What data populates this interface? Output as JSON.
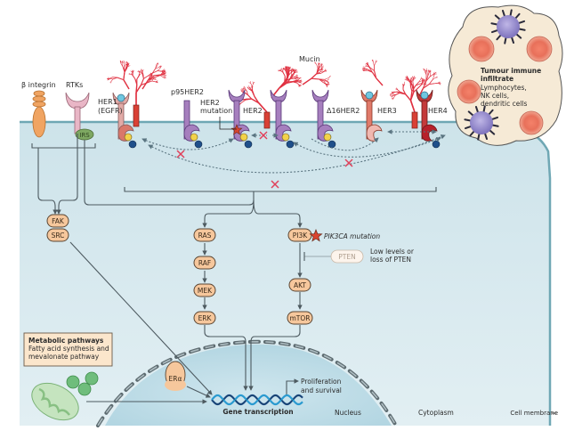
{
  "figure": {
    "title": "HER2-positive breast cancer resistance mechanisms",
    "compartments": {
      "nucleus": "Nucleus",
      "cytoplasm": "Cytoplasm",
      "cell_membrane": "Cell membrane"
    },
    "colors": {
      "cytoplasm": "#d7e9ef",
      "nucleus": "#bcdde8",
      "membrane": "#6fa7b4",
      "node_fill": "#f6c79c",
      "node_stroke": "#5a4634",
      "her2_purple": "#a67fbe",
      "her1_pink": "#e2aaa6",
      "her3_salmon": "#e07a6a",
      "her4_red": "#c43a3a",
      "mucin_red": "#e03040",
      "inhibit_x": "#e0405a",
      "mito_green": "#b7dcb0",
      "immune_bg": "#f6ead6"
    },
    "receptors": {
      "beta_integrin": "β integrin",
      "rtks": "RTKs",
      "irs": "IRS",
      "her1_line1": "HER1",
      "her1_line2": "(EGFR)",
      "p95her2": "p95HER2",
      "her2_mutation_line1": "HER2",
      "her2_mutation_line2": "mutation",
      "her2": "HER2",
      "mucin": "Mucin",
      "d16her2": "Δ16HER2",
      "her3": "HER3",
      "her4": "HER4"
    },
    "immune": {
      "title_line1": "Tumour immune",
      "title_line2": "infiltrate",
      "desc_line1": "Lymphocytes,",
      "desc_line2": "NK cells,",
      "desc_line3": "dendritic cells"
    },
    "pathway": {
      "fak": "FAK",
      "src": "SRC",
      "ras": "RAS",
      "raf": "RAF",
      "mek": "MEK",
      "erk": "ERK",
      "pi3k": "PI3K",
      "pik3ca_mutation": "PIK3CA mutation",
      "pten": "PTEN",
      "pten_note_line1": "Low levels or",
      "pten_note_line2": "loss of PTEN",
      "akt": "AKT",
      "mtor": "mTOR"
    },
    "metabolic": {
      "title": "Metabolic pathways",
      "desc_line1": "Fatty acid synthesis and",
      "desc_line2": "mevalonate pathway"
    },
    "nuclear": {
      "er_alpha": "ERα",
      "gene_transcription": "Gene transcription",
      "outcome_line1": "Proliferation",
      "outcome_line2": "and survival"
    }
  }
}
